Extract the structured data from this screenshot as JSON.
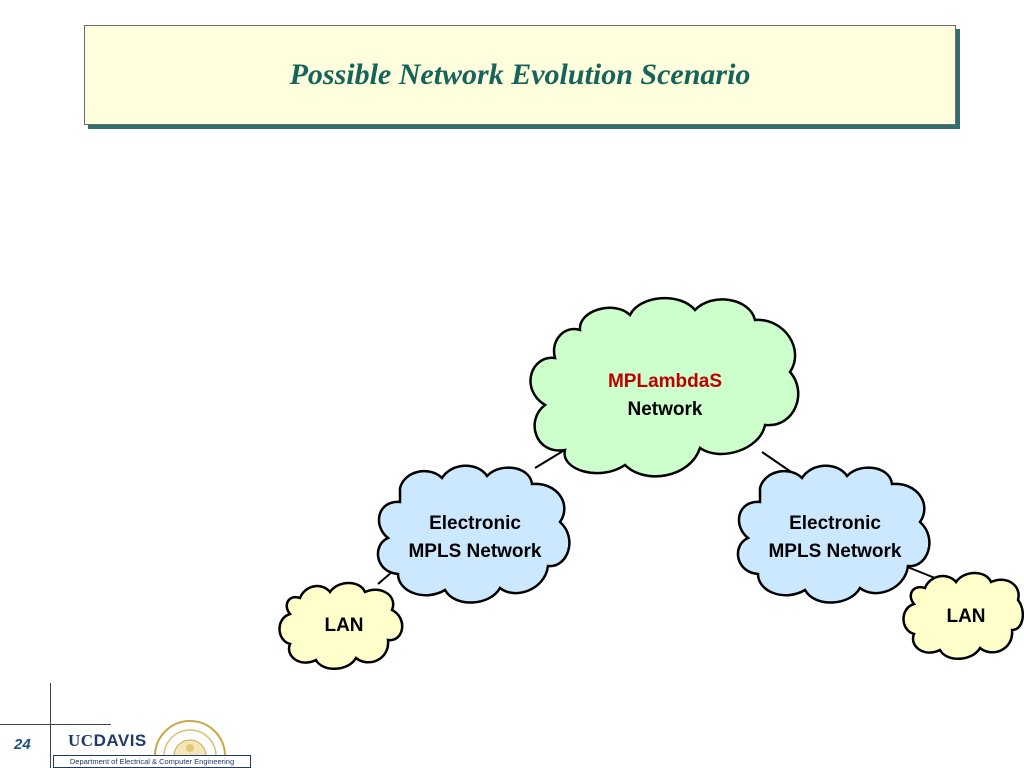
{
  "title": "Possible Network Evolution Scenario",
  "nodes": {
    "core": {
      "line1": "MPLambdaS",
      "line2": "Network",
      "fill": "#ccffcc"
    },
    "mpls_left": {
      "line1": "Electronic",
      "line2": "MPLS Network",
      "fill": "#cce8ff"
    },
    "mpls_right": {
      "line1": "Electronic",
      "line2": "MPLS Network",
      "fill": "#cce8ff"
    },
    "lan_left": {
      "label": "LAN",
      "fill": "#ffffcc"
    },
    "lan_right": {
      "label": "LAN",
      "fill": "#ffffcc"
    }
  },
  "footer": {
    "page_number": "24",
    "logo_uc": "UC",
    "logo_davis": "DAVIS",
    "department": "Department of Electrical & Computer Engineering"
  },
  "colors": {
    "title_text": "#17645c",
    "title_bg": "#ffffdd",
    "accent": "#c00000"
  }
}
